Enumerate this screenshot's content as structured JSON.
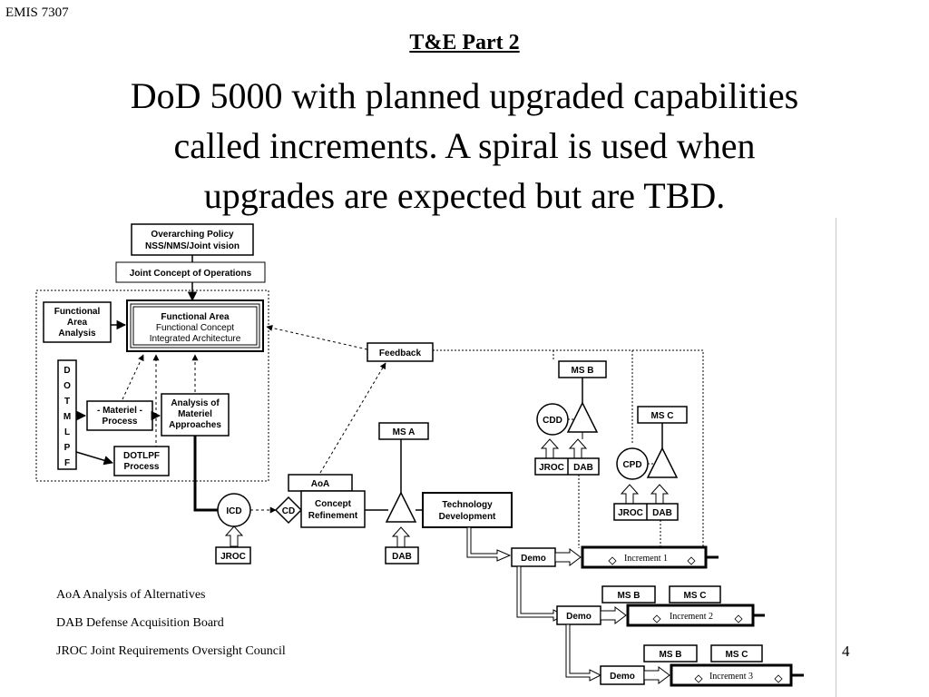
{
  "header": {
    "course": "EMIS 7307"
  },
  "title": {
    "part": "T&E  Part 2",
    "lines": [
      "DoD 5000 with planned upgraded capabilities",
      "called increments. A spiral is used when",
      "upgrades are expected but are TBD."
    ]
  },
  "diagram": {
    "overarching_line1": "Overarching Policy",
    "overarching_line2": "NSS/NMS/Joint vision",
    "joint_concept": "Joint Concept of Operations",
    "functional_area_analysis": [
      "Functional",
      "Area",
      "Analysis"
    ],
    "functional_area": [
      "Functional Area",
      "Functional Concept",
      "Integrated Architecture"
    ],
    "feedback": "Feedback",
    "dotmlpf_letters": [
      "D",
      "O",
      "T",
      "M",
      "L",
      "P",
      "F"
    ],
    "materiel_process": [
      "- Materiel -",
      "Process"
    ],
    "analysis_materiel": [
      "Analysis of",
      "Materiel",
      "Approaches"
    ],
    "dotlpf_process": [
      "DOTLPF",
      "Process"
    ],
    "icd": "ICD",
    "cd": "CD",
    "aoa": "AoA",
    "concept_refinement": [
      "Concept",
      "Refinement"
    ],
    "jroc": "JROC",
    "dab": "DAB",
    "ms_a": "MS A",
    "ms_b": "MS B",
    "ms_c": "MS C",
    "technology_development": [
      "Technology",
      "Development"
    ],
    "cdd": "CDD",
    "cpd": "CPD",
    "demo": "Demo",
    "increment1": "Increment 1",
    "increment2": "Increment 2",
    "increment3": "Increment 3"
  },
  "legend": [
    "AoA Analysis of Alternatives",
    "DAB Defense Acquisition Board",
    "JROC Joint Requirements Oversight Council"
  ],
  "page_number": "4"
}
